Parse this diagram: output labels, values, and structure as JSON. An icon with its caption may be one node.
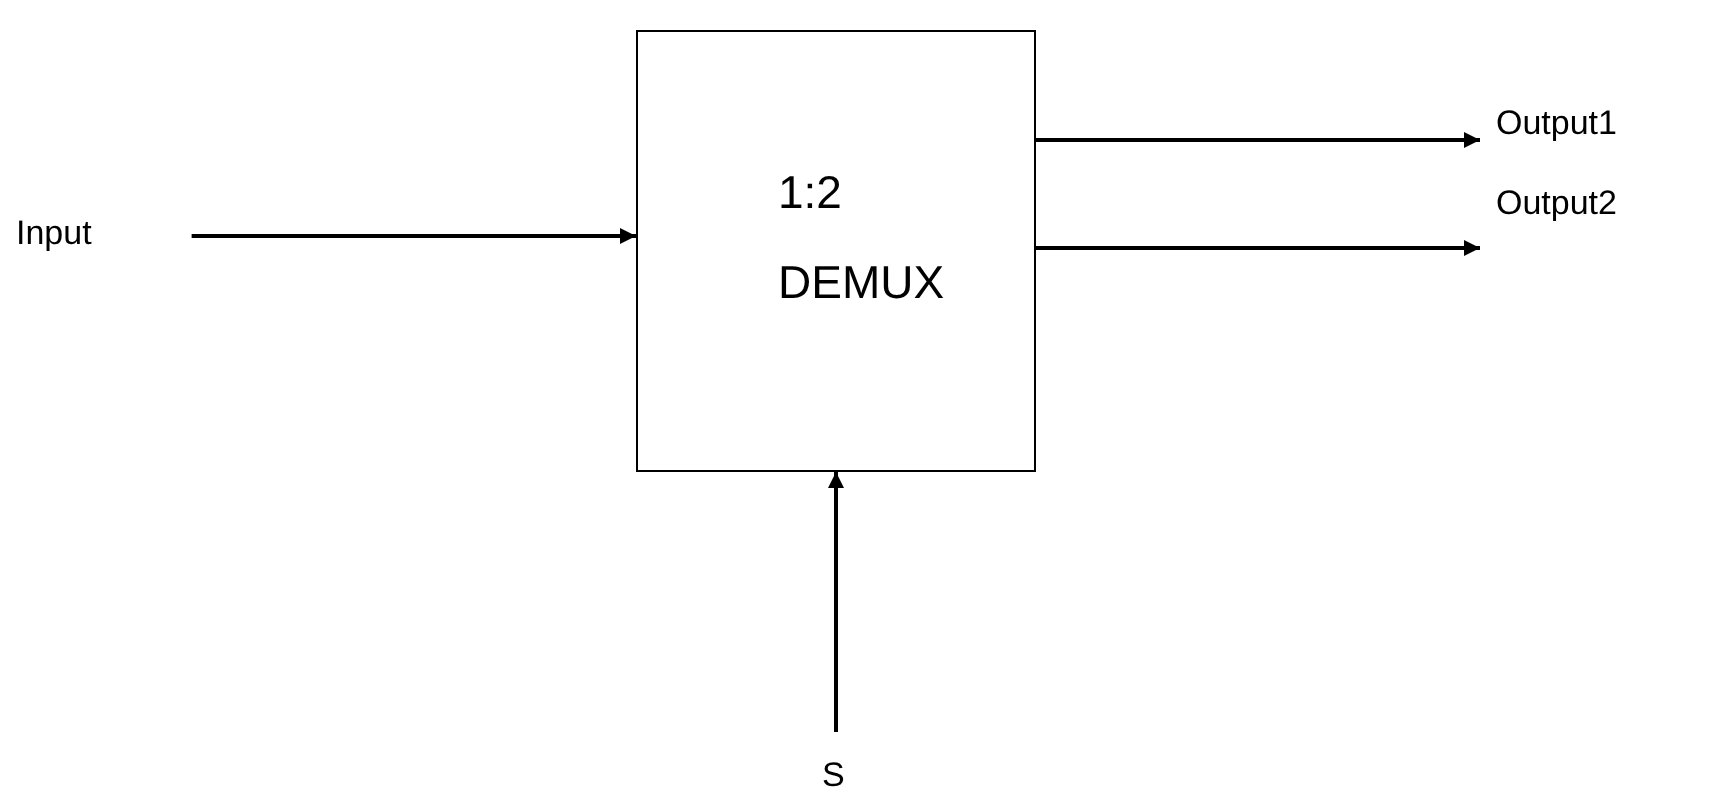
{
  "diagram": {
    "nodes": [
      {
        "text": [
          "Input"
        ]
      },
      {
        "text": [
          "1:2 DEMUX"
        ]
      },
      {
        "text": [
          "Output1"
        ]
      },
      {
        "text": [
          "Output2"
        ]
      },
      {
        "text": [
          "S"
        ]
      }
    ],
    "edges": [
      {
        "from": 0,
        "to": 1,
        "arrow": "to"
      },
      {
        "from": 1,
        "to": 2,
        "arrow": "to"
      },
      {
        "from": 1,
        "to": 3,
        "arrow": "to"
      },
      {
        "from": 4,
        "to": 1,
        "arrow": "to"
      }
    ]
  }
}
